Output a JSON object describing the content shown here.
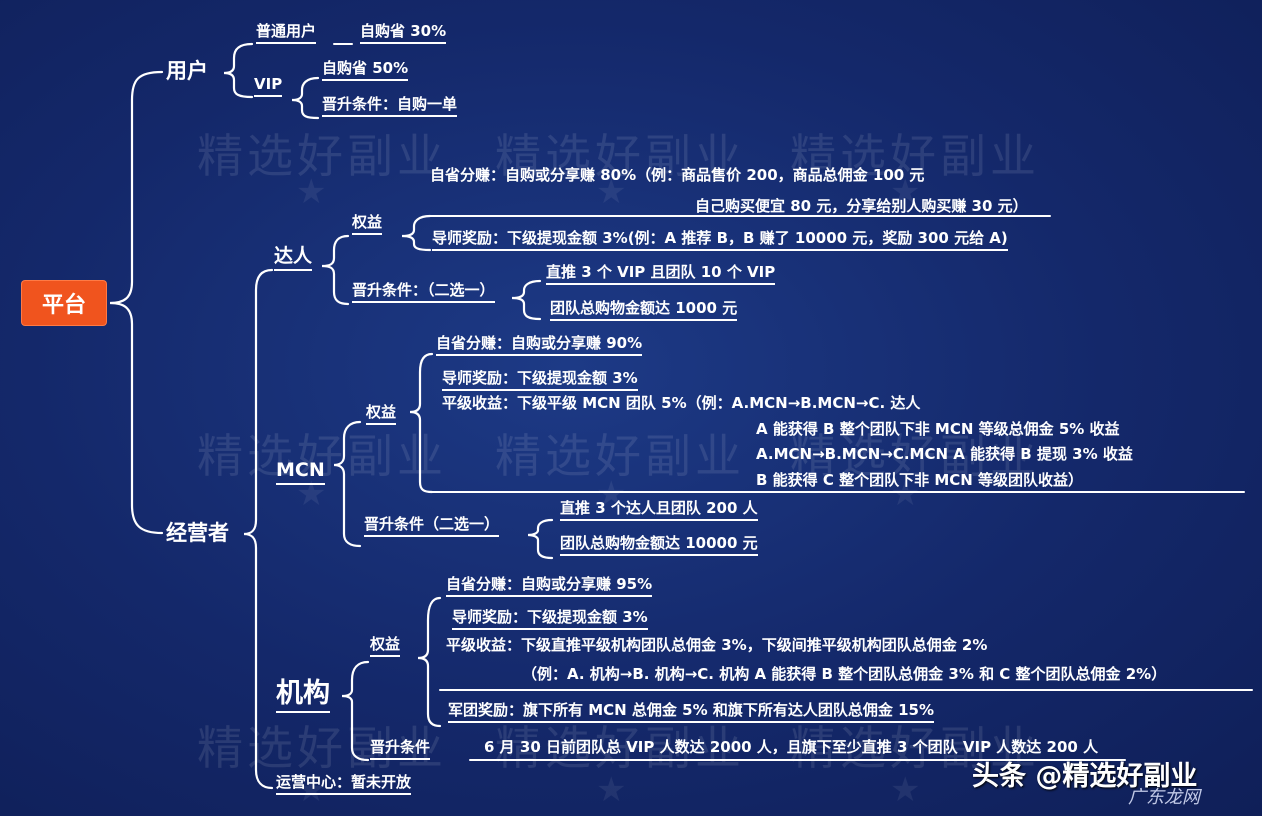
{
  "watermark": "精选好副业",
  "root": "平台",
  "user": {
    "title": "用户",
    "normal": {
      "label": "普通用户",
      "benefit": "自购省 30%"
    },
    "vip": {
      "label": "VIP",
      "benefit": "自购省 50%",
      "upgrade": "晋升条件：自购一单"
    }
  },
  "operator": {
    "title": "经营者",
    "daren": {
      "title": "达人",
      "rights_label": "权益",
      "rights": {
        "line1": "自省分赚：自购或分享赚 80%（例：商品售价 200，商品总佣金 100 元",
        "line2": "自己购买便宜 80 元，分享给别人购买赚 30 元）",
        "line3": "导师奖励：下级提现金额 3%(例：A 推荐 B，B 赚了 10000 元，奖励 300 元给 A)"
      },
      "upgrade_label": "晋升条件：（二选一）",
      "upgrade": [
        "直推 3 个 VIP 且团队 10 个 VIP",
        "团队总购物金额达 1000 元"
      ]
    },
    "mcn": {
      "title": "MCN",
      "rights_label": "权益",
      "rights": {
        "line1": "自省分赚：自购或分享赚 90%",
        "line2": "导师奖励：下级提现金额 3%",
        "line3": "平级收益：下级平级 MCN 团队 5%（例：A.MCN→B.MCN→C. 达人",
        "line4": "A 能获得 B 整个团队下非 MCN 等级总佣金 5% 收益",
        "line5": "A.MCN→B.MCN→C.MCN  A 能获得 B 提现 3% 收益",
        "line6": "B 能获得 C 整个团队下非 MCN 等级团队收益）"
      },
      "upgrade_label": "晋升条件（二选一）",
      "upgrade": [
        "直推 3 个达人且团队 200 人",
        "团队总购物金额达 10000 元"
      ]
    },
    "org": {
      "title": "机构",
      "rights_label": "权益",
      "rights": {
        "line1": "自省分赚：自购或分享赚 95%",
        "line2": "导师奖励：下级提现金额 3%",
        "line3": "平级收益：下级直推平级机构团队总佣金 3%，下级间推平级机构团队总佣金 2%",
        "line4": "（例：A. 机构→B. 机构→C. 机构   A 能获得 B 整个团队总佣金 3% 和 C 整个团队总佣金 2%）",
        "line5": "军团奖励：旗下所有 MCN 总佣金 5% 和旗下所有达人团队总佣金 15%"
      },
      "upgrade_label": "晋升条件",
      "upgrade": "6 月 30 日前团队总 VIP 人数达 2000 人，且旗下至少直推 3 个团队 VIP 人数达 200 人"
    },
    "ops_center": "运营中心：暂未开放"
  },
  "footer": {
    "brand": "头条 @精选好副业",
    "site": "广东龙网"
  },
  "colors": {
    "background": "#14286a",
    "accent": "#f0541e",
    "line": "#ffffff"
  }
}
